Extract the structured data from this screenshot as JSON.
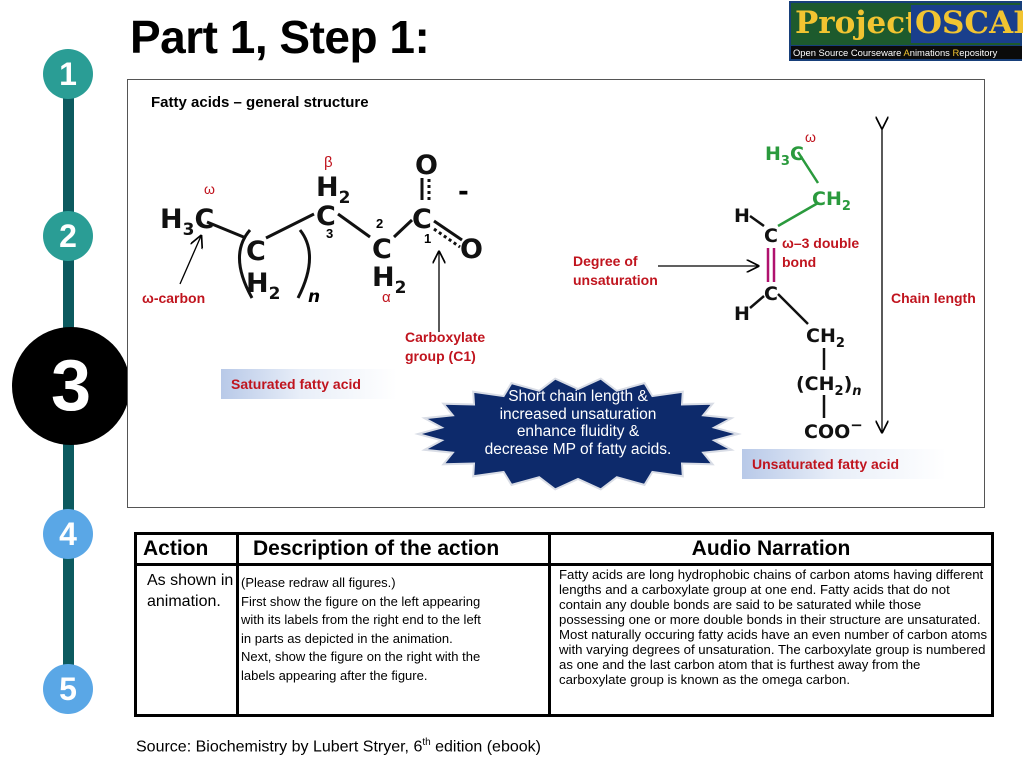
{
  "slide": {
    "title": "Part 1, Step 1:",
    "logo": {
      "word1": "Project",
      "word2": "OSCAR",
      "tagline_pre": "Open Source Courseware ",
      "tagline_a": "A",
      "tagline_mid": "nimations ",
      "tagline_r": "R",
      "tagline_post": "epository"
    },
    "steps": [
      "1",
      "2",
      "3",
      "4",
      "5"
    ],
    "current_step": "3"
  },
  "diagram": {
    "heading": "Fatty acids – general structure",
    "left": {
      "beta": "β",
      "omega": "ω",
      "alpha": "α",
      "charge": "-",
      "num1": "1",
      "num2": "2",
      "num3": "3",
      "n": "n",
      "omega_carbon": "ω-carbon",
      "carboxylate_line1": "Carboxylate",
      "carboxylate_line2": "group (C1)",
      "tag": "Saturated fatty acid"
    },
    "callout": "Short chain length & increased unsaturation enhance fluidity & decrease MP of fatty acids.",
    "right": {
      "omega": "ω",
      "degree_line1": "Degree of",
      "degree_line2": "unsaturation",
      "double_bond_line1": "ω–3 double",
      "double_bond_line2": "bond",
      "chain_length": "Chain length",
      "tag": "Unsaturated fatty acid"
    },
    "colors": {
      "accent_red": "#c0141e",
      "green": "#2a9a3d",
      "magenta": "#b0116e",
      "callout": "#0d2a6b"
    }
  },
  "table": {
    "headers": [
      "Action",
      "Description of the action",
      "Audio Narration"
    ],
    "action": "As shown in animation.",
    "description_lines": [
      "(Please redraw all figures.)",
      "First show the figure on the left appearing",
      "with its labels from the right end to the left",
      "in parts as depicted in the animation.",
      "Next, show the figure on the right with the",
      "labels appearing after the figure."
    ],
    "narration": "Fatty acids are long hydrophobic chains of  carbon atoms having different lengths and a carboxylate group at one end. Fatty acids that do not contain any double bonds are said to be saturated while those possessing one or more double bonds in their structure are unsaturated. Most naturally occuring fatty acids have an even number of carbon atoms with varying degrees of unsaturation. The carboxylate group is numbered as one and the last carbon atom that is furthest away from the carboxylate group is known as the omega carbon."
  },
  "source": {
    "text_pre": "Source: Biochemistry by Lubert Stryer, 6",
    "sup": "th",
    "text_post": " edition (ebook)"
  }
}
